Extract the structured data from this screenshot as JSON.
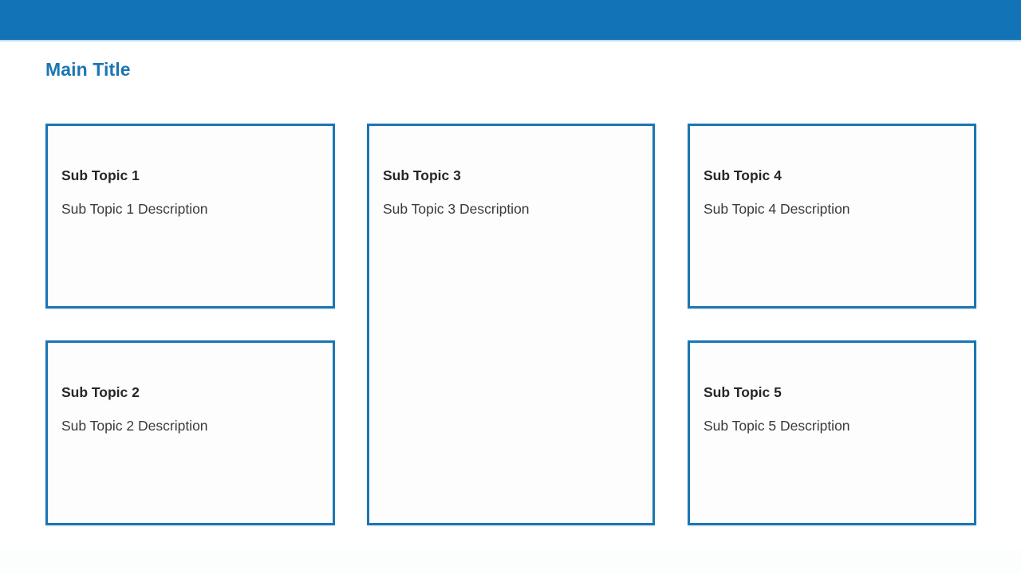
{
  "header": {
    "accent_color": "#1274b7",
    "underline_color": "#bcdcf0"
  },
  "page_title": "Main Title",
  "theme": {
    "title_color": "#1b76b3",
    "card_border_color": "#1b76b3",
    "card_title_color": "#262626",
    "card_desc_color": "#3b3b3b",
    "card_background": "#fdfdfd",
    "page_background": "#ffffff"
  },
  "cards": [
    {
      "title": "Sub Topic 1",
      "description": "Sub Topic 1 Description"
    },
    {
      "title": "Sub Topic 2",
      "description": "Sub Topic 2 Description"
    },
    {
      "title": "Sub Topic 3",
      "description": "Sub Topic 3 Description"
    },
    {
      "title": "Sub Topic 4",
      "description": "Sub Topic 4 Description"
    },
    {
      "title": "Sub Topic 5",
      "description": "Sub Topic 5 Description"
    }
  ]
}
